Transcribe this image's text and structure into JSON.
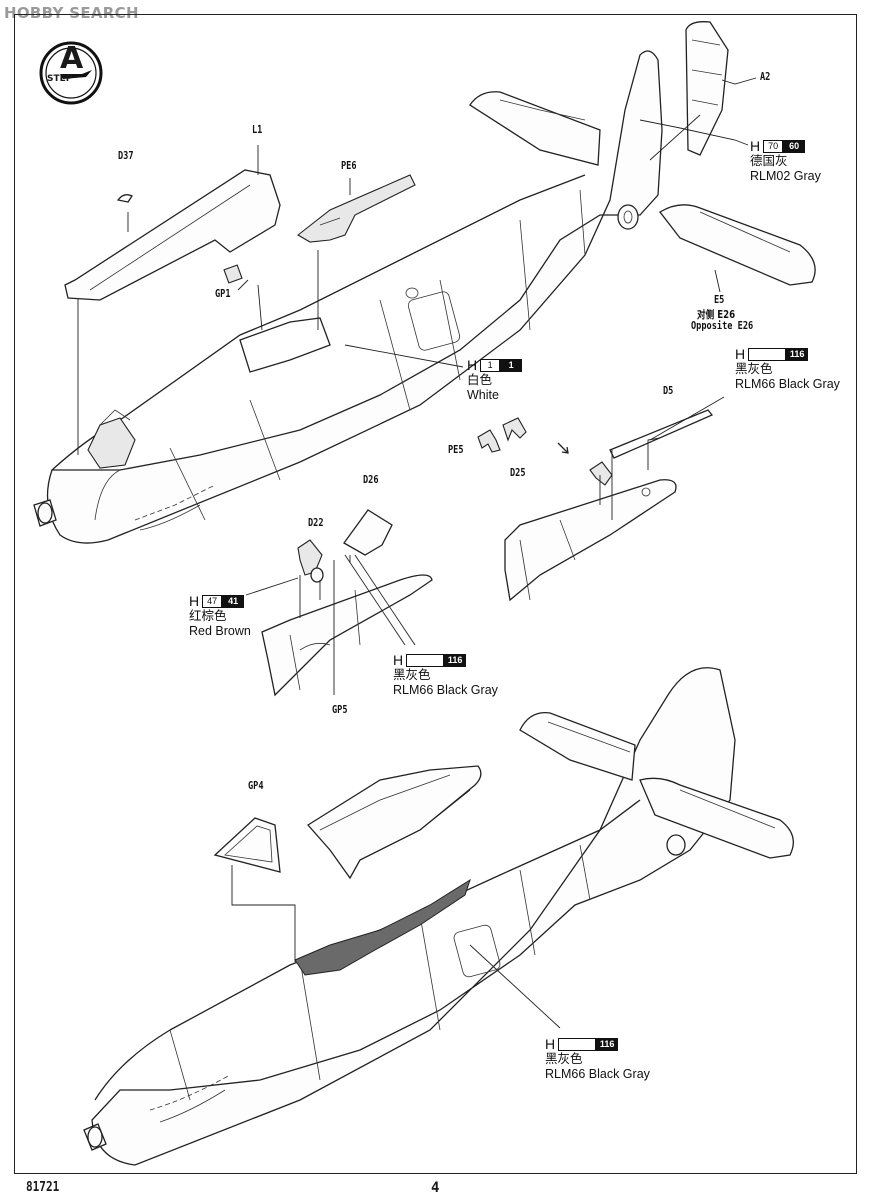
{
  "watermark": "HOBBY SEARCH",
  "step": {
    "number": "A",
    "label": "STEP"
  },
  "part_labels": {
    "a2": "A2",
    "l1": "L1",
    "d37": "D37",
    "pe6": "PE6",
    "gp1": "GP1",
    "e5": "E5",
    "e26_cn": "对侧 E26",
    "e26_en": "Opposite E26",
    "d5": "D5",
    "pe5": "PE5",
    "d25": "D25",
    "d26": "D26",
    "d22": "D22",
    "gp5": "GP5",
    "gp4": "GP4"
  },
  "colors": [
    {
      "h": "H",
      "code1": "70",
      "code2": "60",
      "cn": "德国灰",
      "en": "RLM02 Gray"
    },
    {
      "h": "H",
      "code1": "1",
      "code2": "1",
      "cn": "白色",
      "en": "White"
    },
    {
      "h": "H",
      "code1": "",
      "code2": "116",
      "cn": "黑灰色",
      "en": "RLM66 Black Gray"
    },
    {
      "h": "H",
      "code1": "47",
      "code2": "41",
      "cn": "红棕色",
      "en": "Red Brown"
    },
    {
      "h": "H",
      "code1": "",
      "code2": "116",
      "cn": "黑灰色",
      "en": "RLM66 Black Gray"
    },
    {
      "h": "H",
      "code1": "",
      "code2": "116",
      "cn": "黑灰色",
      "en": "RLM66 Black Gray"
    }
  ],
  "footer": {
    "kit_number": "81721",
    "page": "4"
  }
}
